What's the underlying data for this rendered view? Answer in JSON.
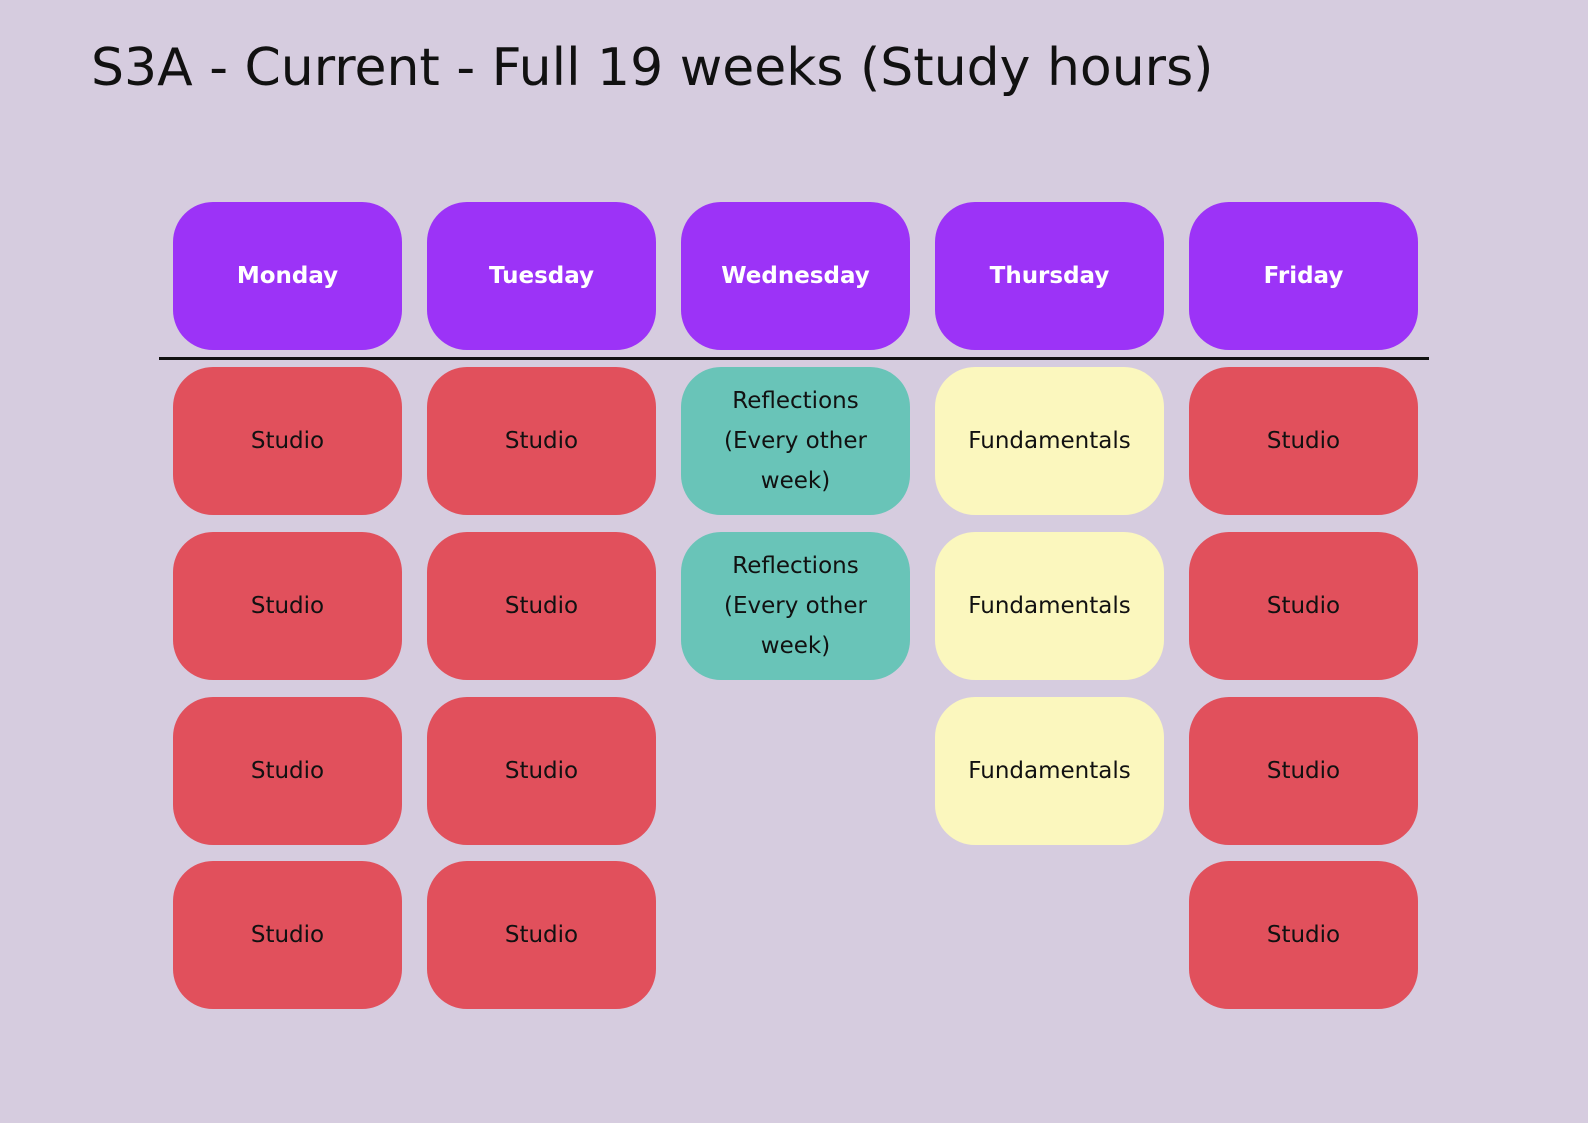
{
  "title": "S3A - Current - Full 19 weeks (Study hours)",
  "colors": {
    "background": "#D6CCDF",
    "header": "#9C33F7",
    "header_text": "#FFFFFF",
    "studio": "#E1505C",
    "reflections": "#69C4B8",
    "fundamentals": "#FBF7BE",
    "cell_text": "#111111",
    "divider": "#111111"
  },
  "days": [
    {
      "name": "Monday",
      "sessions": [
        {
          "label": "Studio",
          "kind": "studio"
        },
        {
          "label": "Studio",
          "kind": "studio"
        },
        {
          "label": "Studio",
          "kind": "studio"
        },
        {
          "label": "Studio",
          "kind": "studio"
        }
      ]
    },
    {
      "name": "Tuesday",
      "sessions": [
        {
          "label": "Studio",
          "kind": "studio"
        },
        {
          "label": "Studio",
          "kind": "studio"
        },
        {
          "label": "Studio",
          "kind": "studio"
        },
        {
          "label": "Studio",
          "kind": "studio"
        }
      ]
    },
    {
      "name": "Wednesday",
      "sessions": [
        {
          "label": "Reflections\n(Every other week)",
          "kind": "reflections"
        },
        {
          "label": "Reflections\n(Every other week)",
          "kind": "reflections"
        }
      ]
    },
    {
      "name": "Thursday",
      "sessions": [
        {
          "label": "Fundamentals",
          "kind": "fundamentals"
        },
        {
          "label": "Fundamentals",
          "kind": "fundamentals"
        },
        {
          "label": "Fundamentals",
          "kind": "fundamentals"
        }
      ]
    },
    {
      "name": "Friday",
      "sessions": [
        {
          "label": "Studio",
          "kind": "studio"
        },
        {
          "label": "Studio",
          "kind": "studio"
        },
        {
          "label": "Studio",
          "kind": "studio"
        },
        {
          "label": "Studio",
          "kind": "studio"
        }
      ]
    }
  ]
}
